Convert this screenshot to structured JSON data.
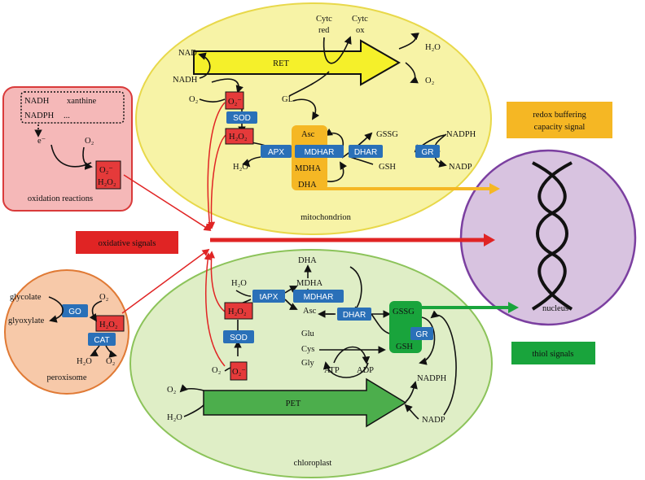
{
  "colors": {
    "mito_fill": "#f7f3a6",
    "mito_stroke": "#e8d84a",
    "chloro_fill": "#dfeec6",
    "chloro_stroke": "#8cc35a",
    "nucleus_fill": "#d8c3e0",
    "nucleus_stroke": "#7b3fa0",
    "oxid_fill": "#f5b8b8",
    "oxid_stroke": "#d93a3a",
    "perox_fill": "#f7c9a9",
    "perox_stroke": "#e07a35",
    "enzyme_blue": "#2a70b8",
    "ros_red": "#e53a3a",
    "signal_red": "#e02424",
    "signal_orange": "#f5b724",
    "signal_green": "#19a43c",
    "ret_yellow": "#f5f02a",
    "pet_green": "#4cae4c"
  },
  "signals": {
    "oxidative": "oxidative signals",
    "redox_line1": "redox buffering",
    "redox_line2": "capacity signal",
    "thiol": "thiol signals"
  },
  "mitochondrion": {
    "name": "mitochondrion",
    "ret": "RET",
    "nad": "NAD",
    "nadh": "NADH",
    "cytc_red_1": "Cytc",
    "cytc_red_2": "red",
    "cytc_ox_1": "Cytc",
    "cytc_ox_2": "ox",
    "h2o": "H₂O",
    "o2_right": "O₂",
    "o2_left": "O₂",
    "gl": "GL",
    "superoxide": "O₂⁻",
    "sod": "SOD",
    "h2o2": "H₂O₂",
    "apx": "APX",
    "h2o_apx": "H₂O",
    "asc": "Asc",
    "mdhar": "MDHAR",
    "mdha": "MDHA",
    "dha": "DHA",
    "dhar": "DHAR",
    "gssg": "GSSG",
    "gsh": "GSH",
    "gr": "GR",
    "nadph": "NADPH",
    "nadp": "NADP"
  },
  "oxidation": {
    "name": "oxidation reactions",
    "nadh": "NADH",
    "xanthine": "xanthine",
    "nadph": "NADPH",
    "ellipsis": "...",
    "electron": "e⁻",
    "o2": "O₂",
    "superoxide": "O₂⁻",
    "h2o2": "H₂O₂"
  },
  "peroxisome": {
    "name": "peroxisome",
    "glycolate": "glycolate",
    "glyoxylate": "glyoxylate",
    "o2_top": "O₂",
    "go": "GO",
    "h2o2": "H₂O₂",
    "cat": "CAT",
    "h2o": "H₂O",
    "o2_bottom": "O₂"
  },
  "chloroplast": {
    "name": "chloroplast",
    "pet": "PET",
    "o2_left": "O₂",
    "h2o_left": "H₂O",
    "o2_sod": "O₂",
    "superoxide": "O₂⁻",
    "sod": "SOD",
    "h2o2": "H₂O₂",
    "h2o": "H₂O",
    "tapx": "tAPX",
    "dha": "DHA",
    "mdha": "MDHA",
    "mdhar": "MDHAR",
    "asc": "Asc",
    "dhar": "DHAR",
    "gssg": "GSSG",
    "gsh": "GSH",
    "gr": "GR",
    "glu": "Glu",
    "cys": "Cys",
    "gly": "Gly",
    "atp": "ATP",
    "adp": "ADP",
    "nadph": "NADPH",
    "nadp": "NADP"
  },
  "nucleus": {
    "name": "nucleus"
  }
}
